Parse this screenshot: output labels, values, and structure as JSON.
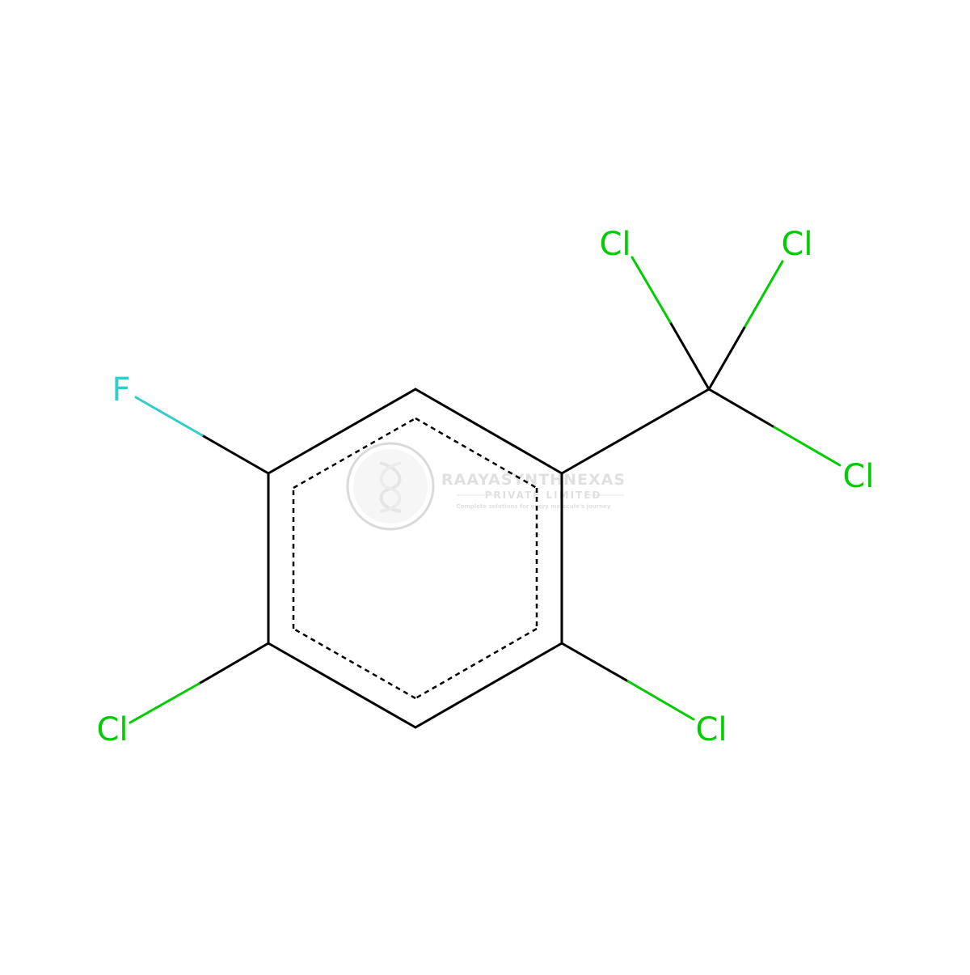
{
  "molecule": {
    "atoms": [
      {
        "id": "cl_top_left",
        "symbol": "Cl"
      },
      {
        "id": "cl_top_right",
        "symbol": "Cl"
      },
      {
        "id": "cl_right",
        "symbol": "Cl"
      },
      {
        "id": "f",
        "symbol": "F"
      },
      {
        "id": "cl_bottom_left",
        "symbol": "Cl"
      },
      {
        "id": "cl_bottom_right",
        "symbol": "Cl"
      }
    ],
    "colors": {
      "bond": "#000000",
      "chlorine": "#00CC00",
      "fluorine": "#33CCCC",
      "aromatic_dash": "#000000"
    }
  },
  "watermark": {
    "title": "RAAYASYNTHNEXAS",
    "subtitle": "PRIVATE LIMITED",
    "tagline": "Complete solutions for every molecule's journey",
    "color": "#c8c8c8"
  }
}
